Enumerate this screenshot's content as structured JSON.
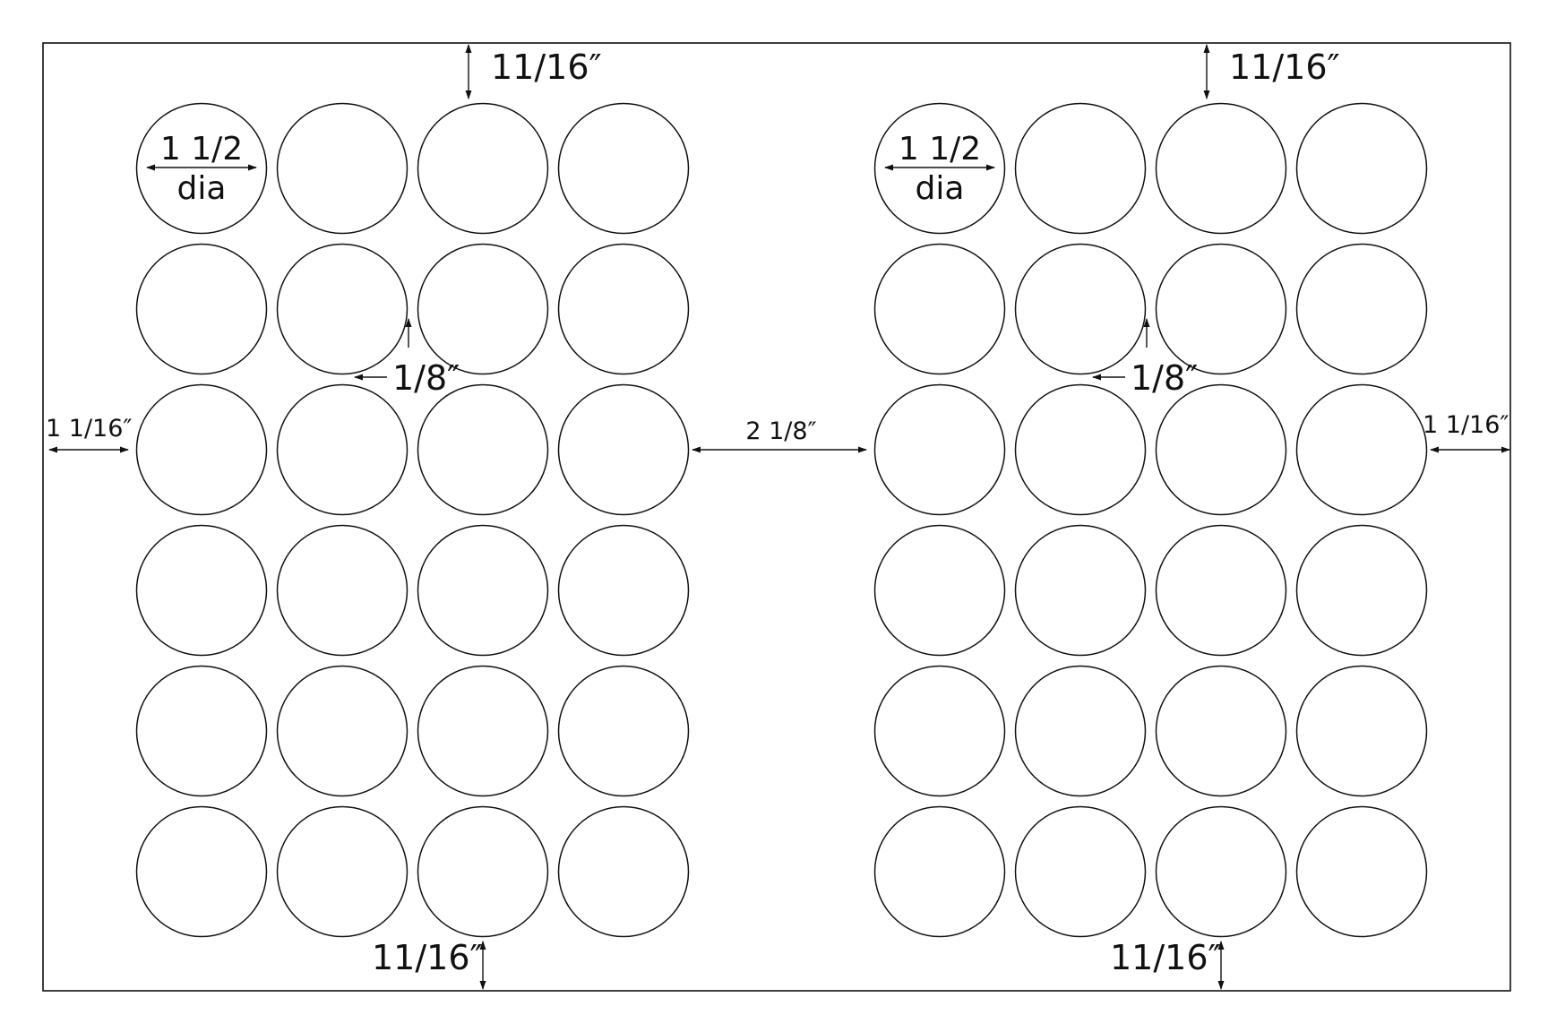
{
  "colors": {
    "line": "#111111",
    "background": "#ffffff"
  },
  "layout": {
    "blocks": 2,
    "rows_per_block": 6,
    "columns_per_block": 4
  },
  "dimensions": {
    "top_margin": "11/16″",
    "bottom_margin": "11/16″",
    "side_margin": "1 1/16″",
    "label_gap": "1/8″",
    "center_gap": "2 1/8″",
    "label_diameter": "1 1/2",
    "diameter_abbrev": "dia"
  }
}
